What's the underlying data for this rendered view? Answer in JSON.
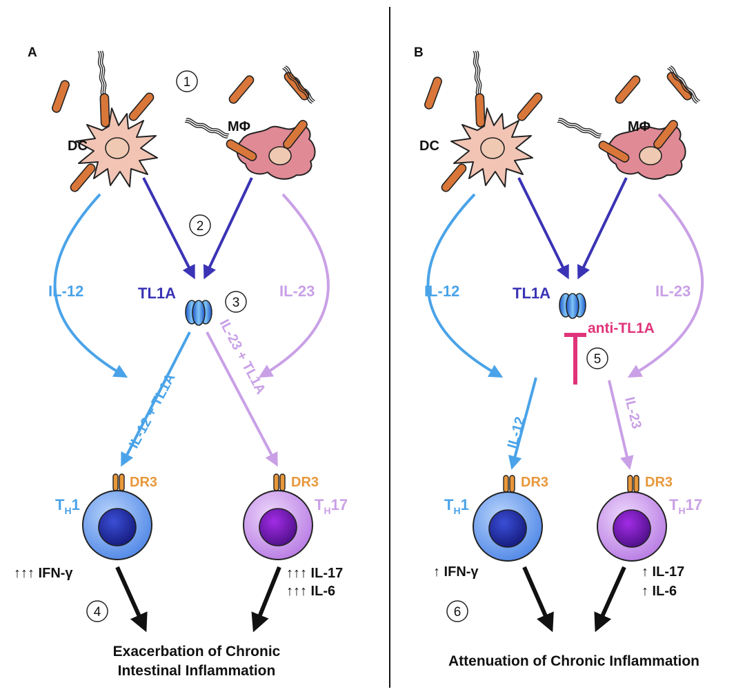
{
  "colors": {
    "il12": "#4aa3e8",
    "il23": "#c9a0e6",
    "tl1a": "#3a33b5",
    "antiTL1A": "#e0347a",
    "dr3": "#e8973a",
    "black": "#111111",
    "bacteria": "#d9773a",
    "dc": "#f2c4b4",
    "mac": "#e08a96",
    "th1": "#5c8fe8",
    "th17": "#c97ee8"
  },
  "panels": {
    "A": {
      "letter": "A",
      "dc": "DC",
      "mphi": "MΦ",
      "tl1a": "TL1A",
      "il12": "IL-12",
      "il23": "IL-23",
      "il12_tl1a": "IL-12 + TL1A",
      "il23_tl1a": "IL-23 + TL1A",
      "dr3_left": "DR3",
      "dr3_right": "DR3",
      "th1_main": "T",
      "th1_sub": "H",
      "th1_num": "1",
      "th17_main": "T",
      "th17_sub": "H",
      "th17_num": "17",
      "ifn": "↑↑↑ IFN-γ",
      "il17": "↑↑↑ IL-17",
      "il6": "↑↑↑ IL-6",
      "outcome_line1": "Exacerbation of Chronic",
      "outcome_line2": "Intestinal Inflammation",
      "step1": "1",
      "step2": "2",
      "step3": "3",
      "step4": "4"
    },
    "B": {
      "letter": "B",
      "dc": "DC",
      "mphi": "MΦ",
      "tl1a": "TL1A",
      "il12": "IL-12",
      "il23": "IL-23",
      "il12_lower": "IL-12",
      "il23_lower": "IL-23",
      "anti": "anti-TL1A",
      "dr3_left": "DR3",
      "dr3_right": "DR3",
      "th1_main": "T",
      "th1_sub": "H",
      "th1_num": "1",
      "th17_main": "T",
      "th17_sub": "H",
      "th17_num": "17",
      "ifn": "↑ IFN-γ",
      "il17": "↑ IL-17",
      "il6": "↑ IL-6",
      "outcome": "Attenuation of Chronic Inflammation",
      "step5": "5",
      "step6": "6"
    }
  }
}
